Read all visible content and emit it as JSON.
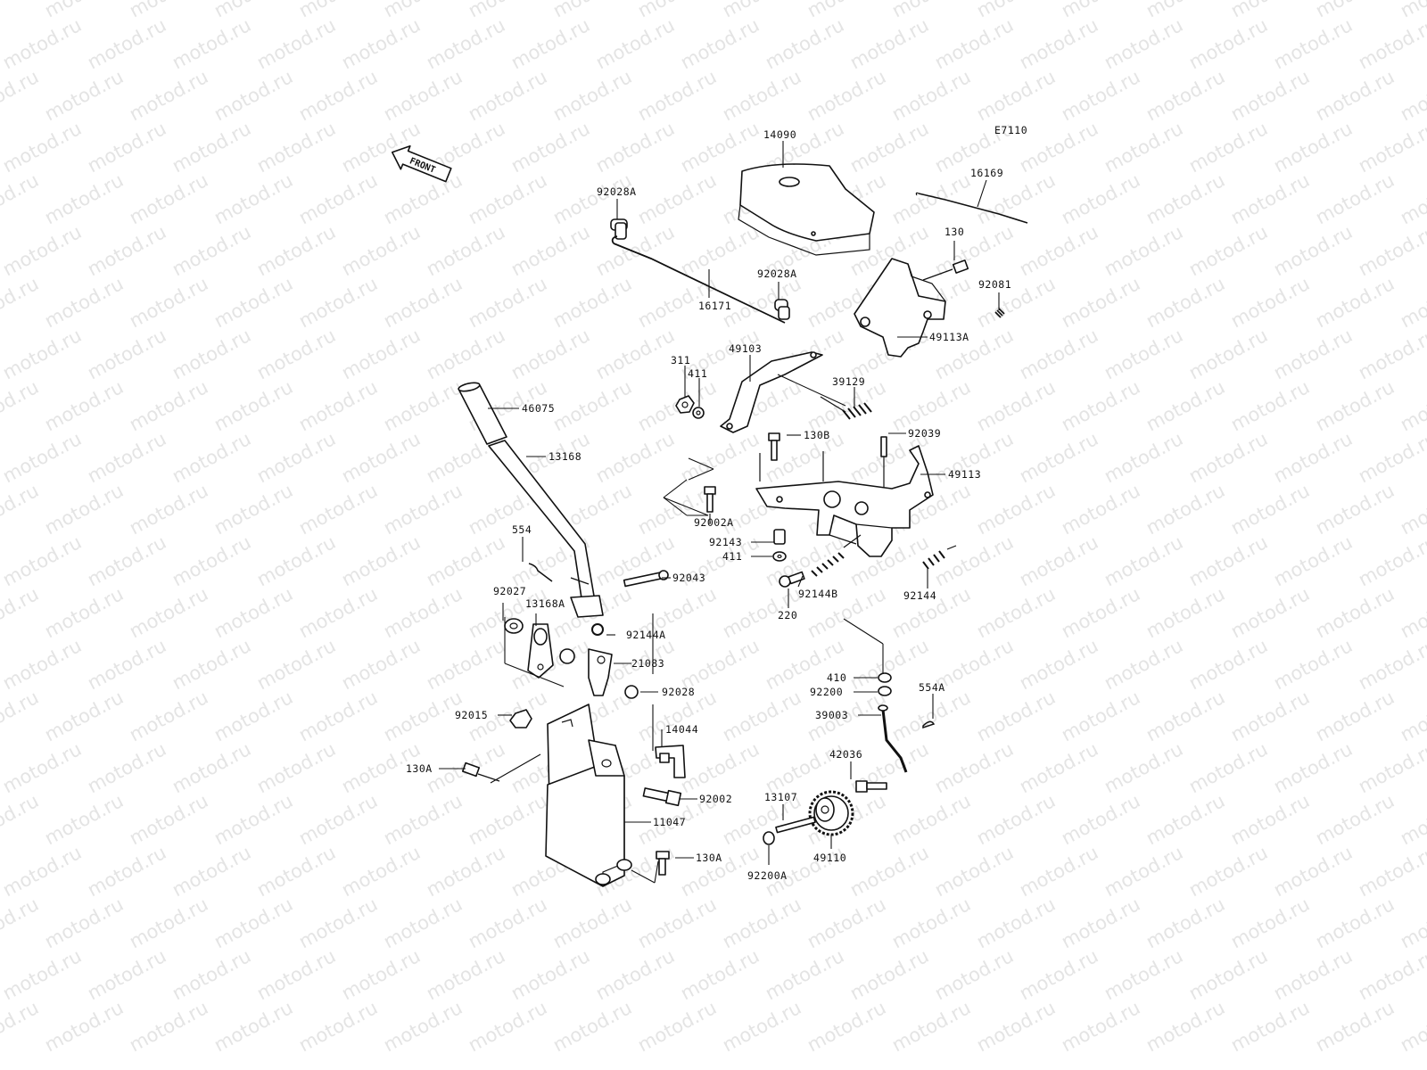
{
  "diagram": {
    "code": "E7110",
    "direction_label": "FRONT",
    "watermark": "motod.ru",
    "parts": [
      {
        "id": "14090"
      },
      {
        "id": "16169"
      },
      {
        "id": "92028A"
      },
      {
        "id": "92028A"
      },
      {
        "id": "130"
      },
      {
        "id": "92081"
      },
      {
        "id": "16171"
      },
      {
        "id": "49113A"
      },
      {
        "id": "311"
      },
      {
        "id": "411"
      },
      {
        "id": "49103"
      },
      {
        "id": "39129"
      },
      {
        "id": "46075"
      },
      {
        "id": "130B"
      },
      {
        "id": "92039"
      },
      {
        "id": "13168"
      },
      {
        "id": "49113"
      },
      {
        "id": "92002A"
      },
      {
        "id": "554"
      },
      {
        "id": "92143"
      },
      {
        "id": "411"
      },
      {
        "id": "92043"
      },
      {
        "id": "92144B"
      },
      {
        "id": "92144"
      },
      {
        "id": "92027"
      },
      {
        "id": "13168A"
      },
      {
        "id": "220"
      },
      {
        "id": "92144A"
      },
      {
        "id": "21083"
      },
      {
        "id": "410"
      },
      {
        "id": "92028"
      },
      {
        "id": "92200"
      },
      {
        "id": "554A"
      },
      {
        "id": "39003"
      },
      {
        "id": "92015"
      },
      {
        "id": "14044"
      },
      {
        "id": "42036"
      },
      {
        "id": "130A"
      },
      {
        "id": "92002"
      },
      {
        "id": "13107"
      },
      {
        "id": "11047"
      },
      {
        "id": "49110"
      },
      {
        "id": "130A"
      },
      {
        "id": "92200A"
      }
    ]
  }
}
